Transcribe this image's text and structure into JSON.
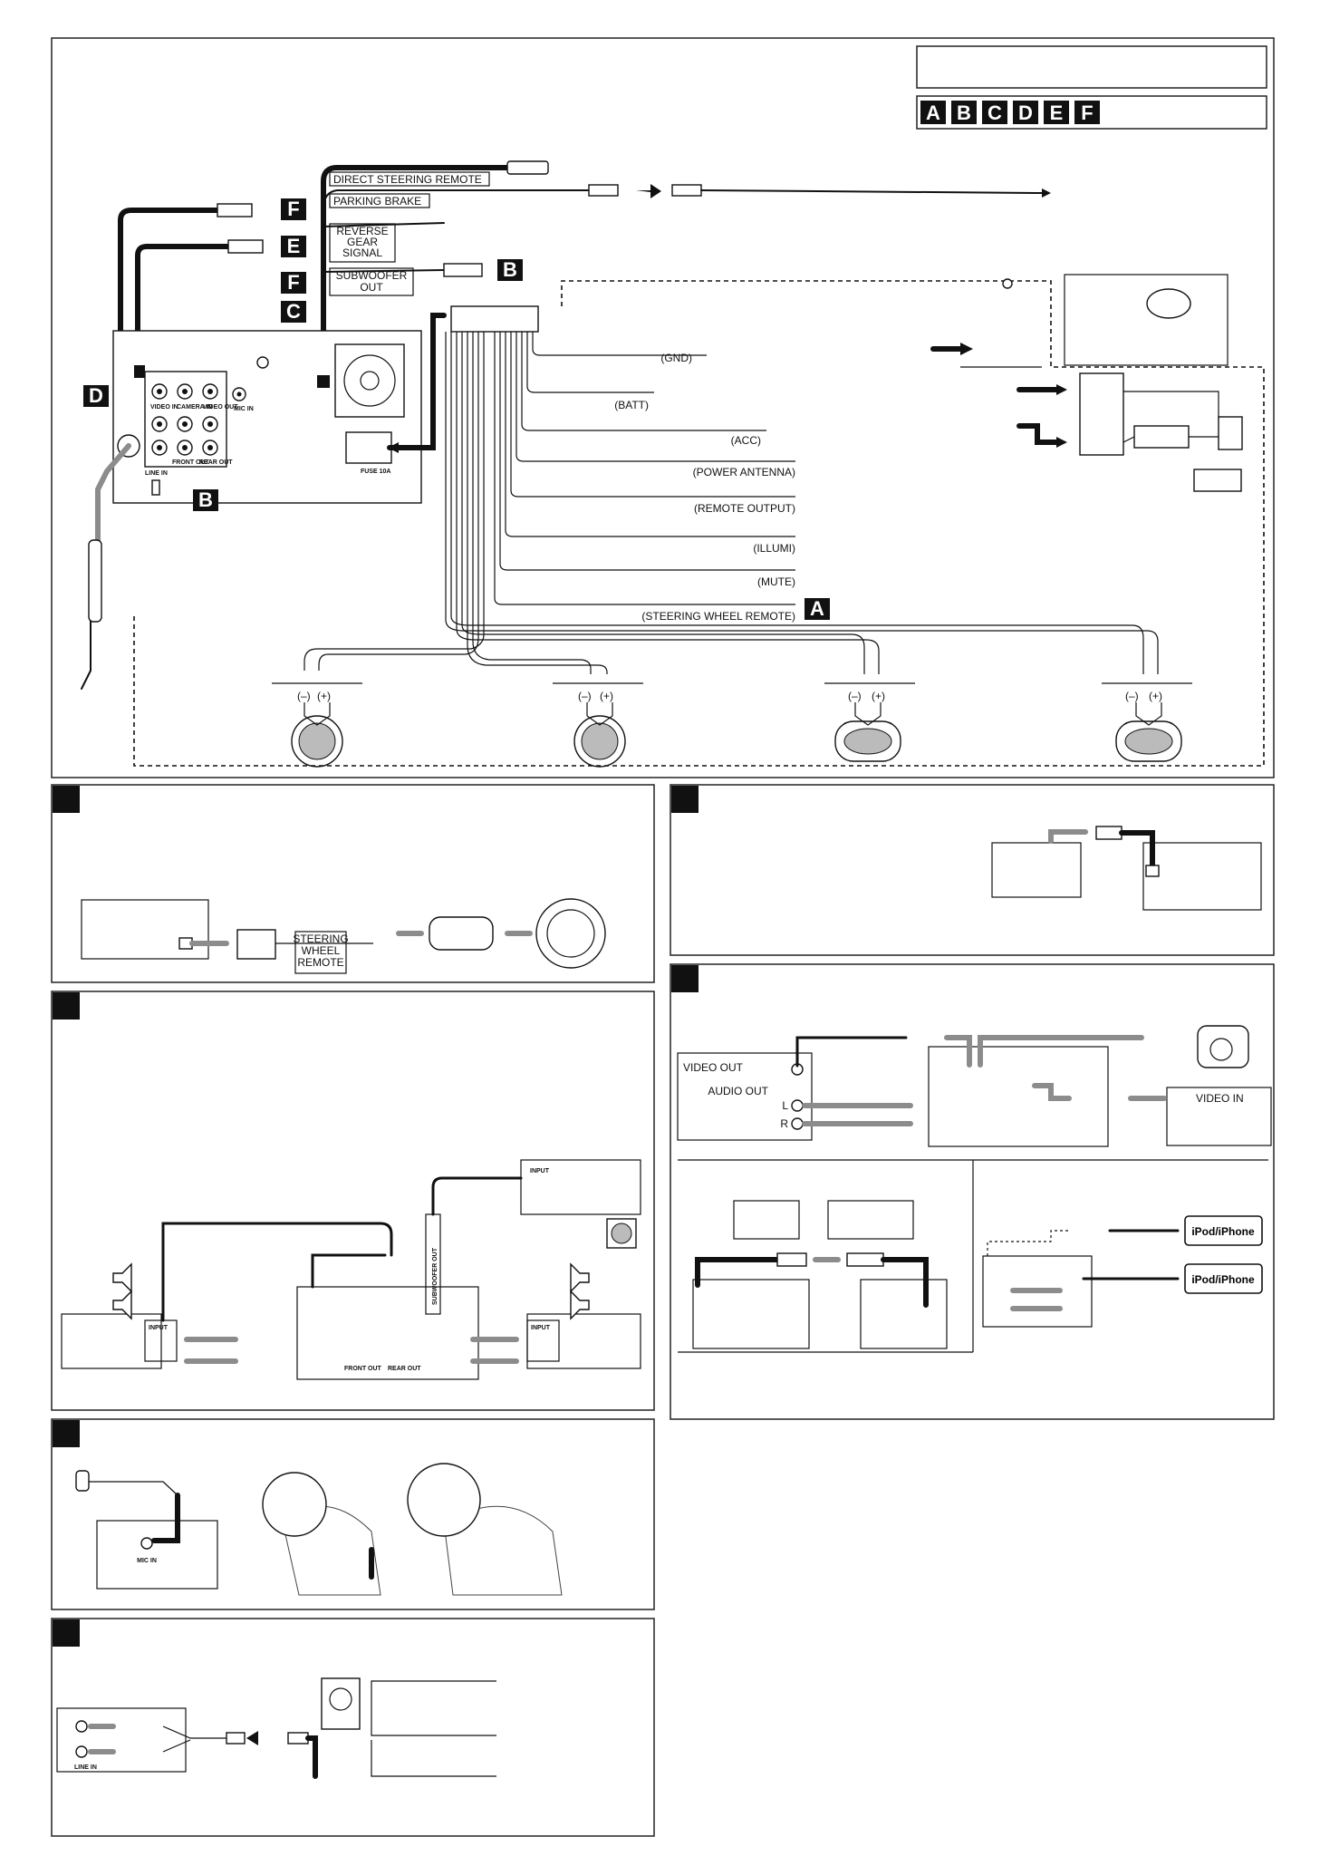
{
  "connector_letters": [
    "A",
    "B",
    "C",
    "D",
    "E",
    "F"
  ],
  "cable_labels": {
    "direct_steering_remote": "DIRECT STEERING REMOTE",
    "parking_brake": "PARKING BRAKE",
    "reverse_gear_signal": [
      "REVERSE",
      "GEAR",
      "SIGNAL"
    ],
    "subwoofer_out": [
      "SUBWOOFER",
      "OUT"
    ]
  },
  "harness_wires": [
    "(GND)",
    "(BATT)",
    "(ACC)",
    "(POWER ANTENNA)",
    "(REMOTE OUTPUT)",
    "(ILLUMI)",
    "(MUTE)",
    "(STEERING WHEEL REMOTE)"
  ],
  "unit_rear": {
    "fuse_label": "FUSE 10A",
    "jack_labels": [
      "VIDEO IN",
      "CAMERA IN",
      "VIDEO OUT",
      "FRONT OUT",
      "REAR OUT",
      "LINE IN",
      "MIC IN"
    ],
    "badges": {
      "d": "D",
      "c": "C",
      "f": "F",
      "b": "B",
      "a": "A",
      "e": "E"
    }
  },
  "speakers": {
    "minus": "(–)",
    "plus": "(+)"
  },
  "steering_section": {
    "remote_label": [
      "STEERING",
      "WHEEL",
      "REMOTE"
    ]
  },
  "amp_section": {
    "input_label": "INPUT",
    "subwoofer_out": "SUBWOOFER OUT",
    "front_out": "FRONT OUT",
    "rear_out": "REAR OUT"
  },
  "video_section": {
    "video_out": "VIDEO OUT",
    "audio_out": "AUDIO OUT",
    "l": "L",
    "r": "R",
    "video_in": "VIDEO IN"
  },
  "ipod_section": {
    "device_1": "iPod/iPhone",
    "device_2": "iPod/iPhone"
  },
  "mic_section": {
    "mic_in": "MIC IN"
  },
  "line_in_section": {
    "line_in": "LINE IN"
  }
}
